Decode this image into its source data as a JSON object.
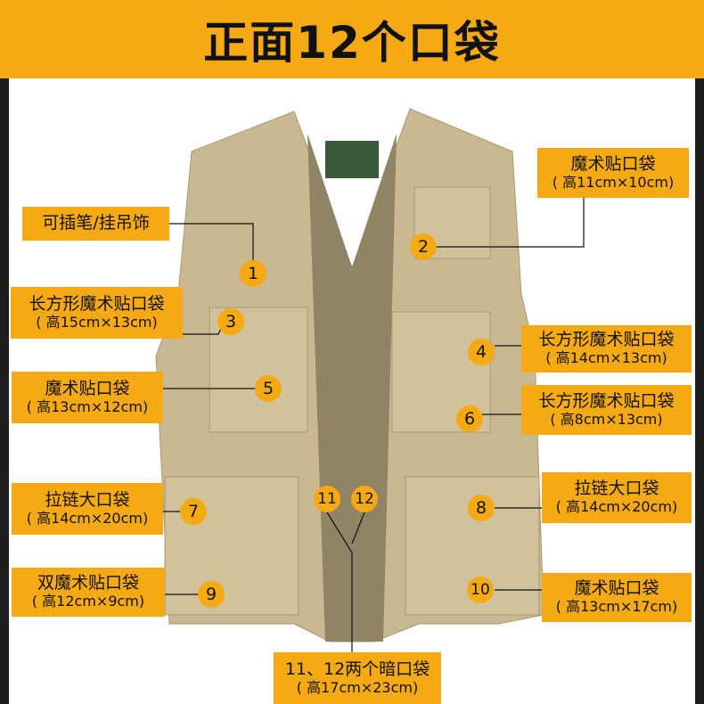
{
  "title": "正面12个口袋",
  "labels": [
    {
      "num": "1",
      "title": "可插笔/挂吊饰",
      "size": ""
    },
    {
      "num": "2",
      "title": "魔术贴口袋",
      "size": "( 高11cm×10cm)"
    },
    {
      "num": "3",
      "title": "长方形魔术贴口袋",
      "size": "( 高15cm×13cm)"
    },
    {
      "num": "4",
      "title": "长方形魔术贴口袋",
      "size": "( 高14cm×13cm)"
    },
    {
      "num": "5",
      "title": "魔术贴口袋",
      "size": "( 高13cm×12cm)"
    },
    {
      "num": "6",
      "title": "长方形魔术贴口袋",
      "size": "( 高8cm×13cm)"
    },
    {
      "num": "7",
      "title": "拉链大口袋",
      "size": "( 高14cm×20cm)"
    },
    {
      "num": "8",
      "title": "拉链大口袋",
      "size": "( 高14cm×20cm)"
    },
    {
      "num": "9",
      "title": "双魔术贴口袋",
      "size": "( 高12cm×9cm)"
    },
    {
      "num": "10",
      "title": "魔术贴口袋",
      "size": "( 高13cm×17cm)"
    },
    {
      "num": "11",
      "title": "11、12两个暗口袋",
      "size": "( 高17cm×23cm)"
    },
    {
      "num": "12",
      "title": "",
      "size": ""
    }
  ],
  "colors": {
    "accent": "#f5a912",
    "vest": "#c9b892",
    "mesh": "#8f8466"
  }
}
